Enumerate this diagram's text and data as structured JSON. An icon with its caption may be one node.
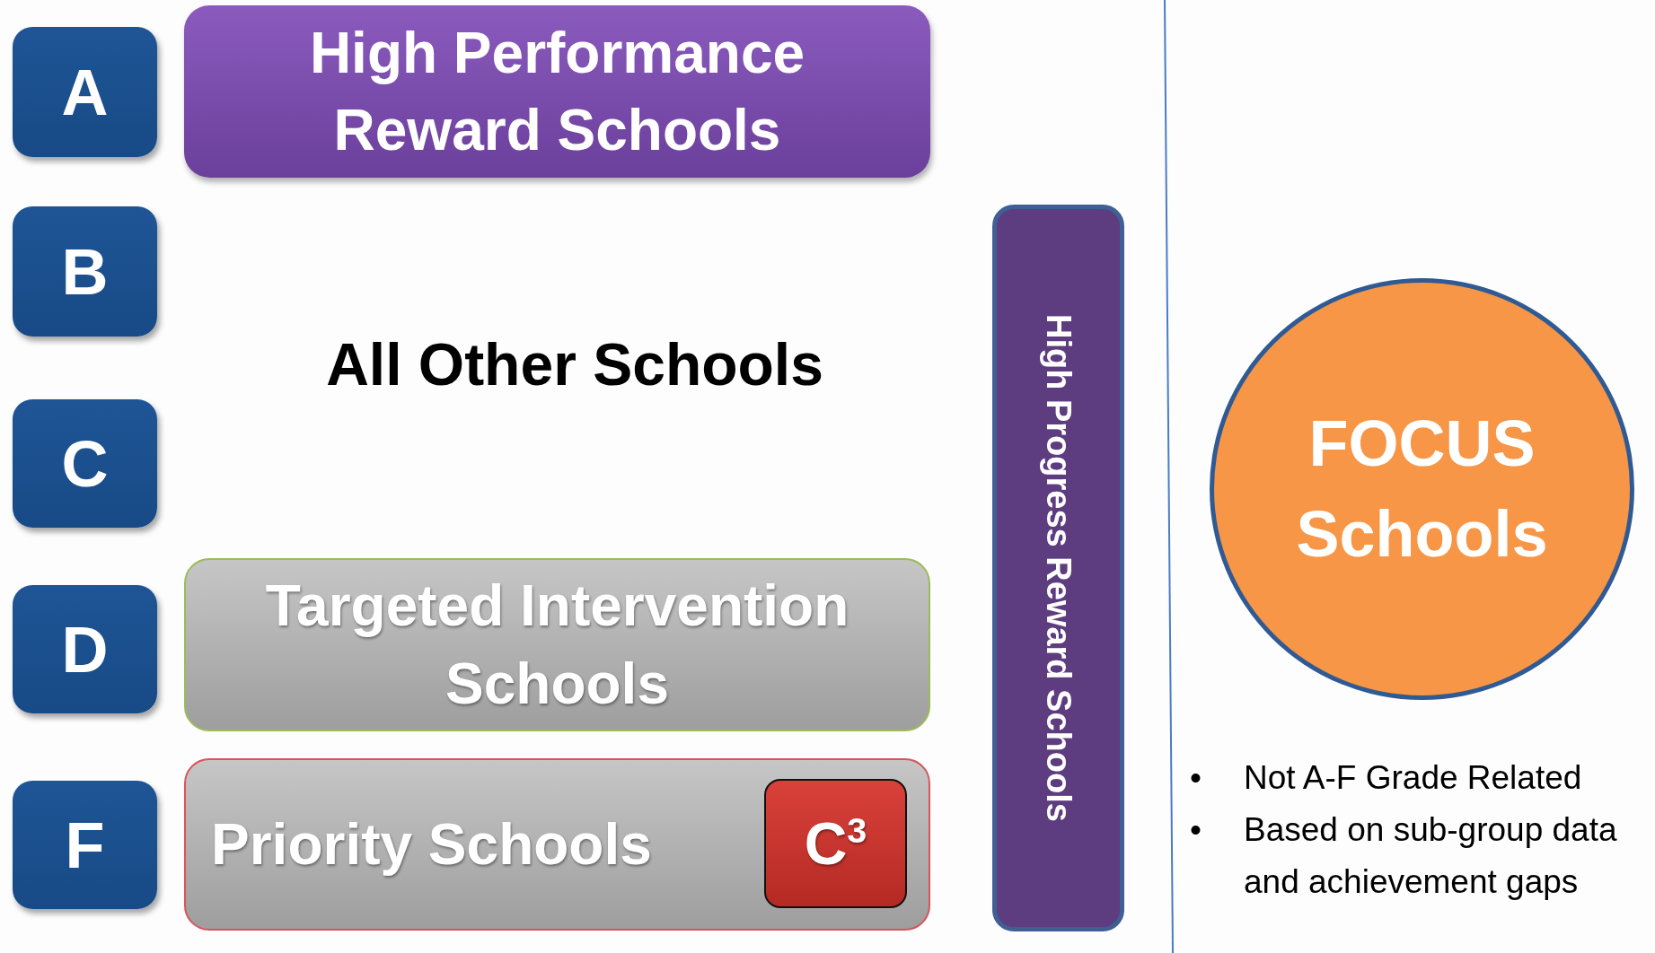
{
  "diagram": {
    "nodes": [
      {
        "text": [
          "A"
        ]
      },
      {
        "text": [
          "High Performance Reward Schools"
        ]
      },
      {
        "text": [
          "B"
        ]
      },
      {
        "text": [
          "C"
        ]
      },
      {
        "text": [
          "D"
        ]
      },
      {
        "text": [
          "Targeted Intervention Schools"
        ]
      },
      {
        "text": [
          "F"
        ]
      },
      {
        "text": [
          "Priority Schools"
        ]
      },
      {
        "text": [
          "C$^{3}$"
        ],
        "in": 7
      },
      {
        "text": [
          "High Progress Reward Schools"
        ]
      },
      {
        "text": [
          "FOCUS Schools"
        ]
      }
    ],
    "labels": [
      "All Other Schools",
      "•",
      "Not A-F Grade Related",
      "•",
      "Based on sub-group data and achievement gaps"
    ]
  }
}
